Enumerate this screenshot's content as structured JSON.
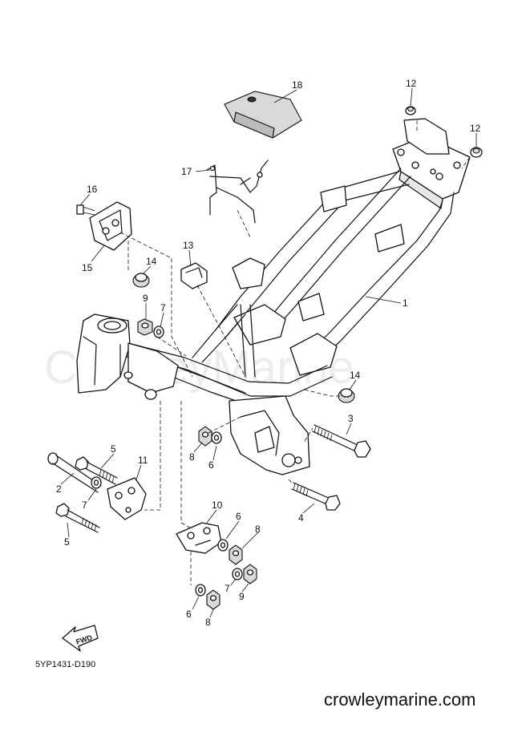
{
  "diagram": {
    "watermark": "CrowleyMarine",
    "part_code": "5YP1431-D190",
    "website": "crowleymarine.com",
    "fwd_label": "FWD",
    "callouts": {
      "c1": "1",
      "c2": "2",
      "c3": "3",
      "c4": "4",
      "c5a": "5",
      "c5b": "5",
      "c6a": "6",
      "c6b": "6",
      "c6c": "6",
      "c7a": "7",
      "c7b": "7",
      "c7c": "7",
      "c8a": "8",
      "c8b": "8",
      "c8c": "8",
      "c9a": "9",
      "c9b": "9",
      "c10": "10",
      "c11": "11",
      "c12a": "12",
      "c12b": "12",
      "c13": "13",
      "c14a": "14",
      "c14b": "14",
      "c15": "15",
      "c16": "16",
      "c17": "17",
      "c18": "18"
    }
  }
}
